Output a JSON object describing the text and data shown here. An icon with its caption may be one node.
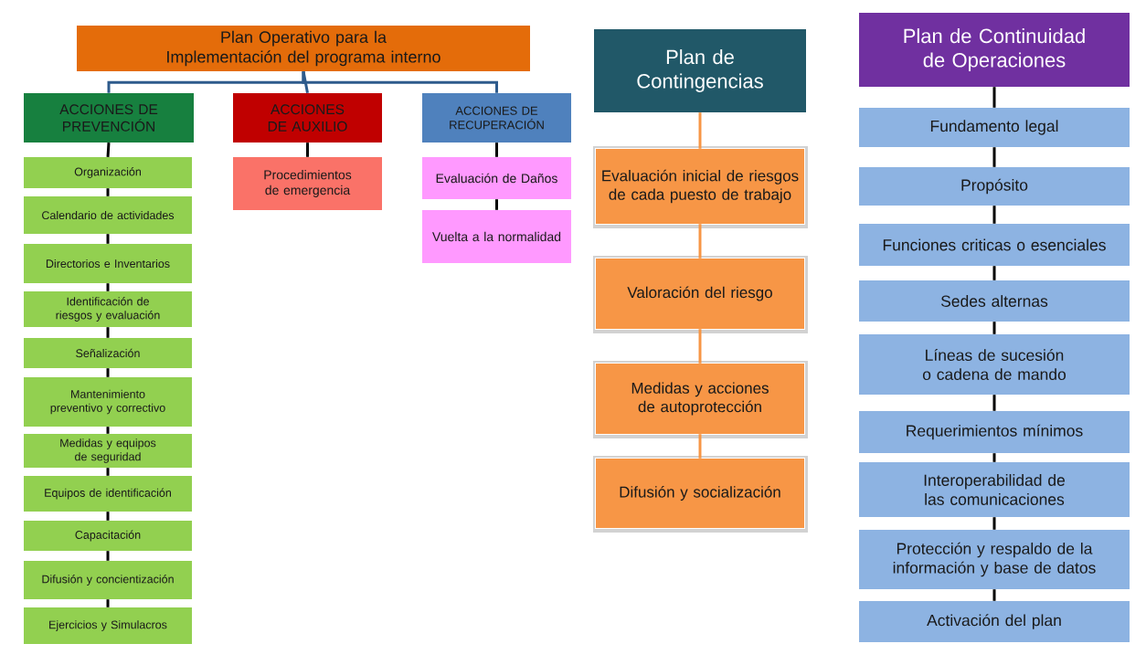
{
  "diagram": {
    "nodes": [
      {
        "text": [
          "Plan Operativo  para la Implementación del programa interno"
        ]
      },
      {
        "text": [
          "ACCIONES DE PREVENCIÓN"
        ]
      },
      {
        "text": [
          "ACCIONES DE AUXILIO"
        ]
      },
      {
        "text": [
          "ACCIONES DE RECUPERACIÓN"
        ]
      },
      {
        "text": [
          "Organización"
        ]
      },
      {
        "text": [
          "Calendario de actividades"
        ]
      },
      {
        "text": [
          "Directorios e Inventarios"
        ]
      },
      {
        "text": [
          "Identificación de riesgos y evaluación"
        ]
      },
      {
        "text": [
          "Señalización"
        ]
      },
      {
        "text": [
          "Mantenimiento preventivo y correctivo"
        ]
      },
      {
        "text": [
          "Medidas y equipos de seguridad"
        ]
      },
      {
        "text": [
          "Equipos de identificación"
        ]
      },
      {
        "text": [
          "Capacitación"
        ]
      },
      {
        "text": [
          "Difusión y concientización"
        ]
      },
      {
        "text": [
          "Ejercicios y Simulacros"
        ]
      },
      {
        "text": [
          "Procedimientos de emergencia"
        ]
      },
      {
        "text": [
          "Evaluación de Daños"
        ]
      },
      {
        "text": [
          "Vuelta a la normalidad"
        ]
      },
      {
        "text": [
          "Plan de Contingencias"
        ]
      },
      {
        "text": [
          "Evaluación inicial de riesgos de cada puesto de trabajo"
        ]
      },
      {
        "text": [
          "Valoración del riesgo"
        ]
      },
      {
        "text": [
          "Medidas y acciones de autoprotección"
        ]
      },
      {
        "text": [
          "Difusión y socialización"
        ]
      },
      {
        "text": [
          "Plan de Continuidad de Operaciones"
        ]
      },
      {
        "text": [
          "Fundamento legal"
        ]
      },
      {
        "text": [
          "Propósito"
        ]
      },
      {
        "text": [
          "Funciones criticas o esenciales"
        ]
      },
      {
        "text": [
          "Sedes alternas"
        ]
      },
      {
        "text": [
          "Líneas de sucesión o cadena de mando"
        ]
      },
      {
        "text": [
          "Requerimientos mínimos"
        ]
      },
      {
        "text": [
          "Interoperabilidad de las comunicaciones"
        ]
      },
      {
        "text": [
          "Protección y respaldo de la información y base de datos"
        ]
      },
      {
        "text": [
          "Activación del plan"
        ]
      }
    ],
    "edges": [
      {
        "from": 0,
        "to": 1,
        "arrow": "none",
        "color": "#2e5b8c"
      },
      {
        "from": 0,
        "to": 2,
        "arrow": "none",
        "color": "#2e5b8c"
      },
      {
        "from": 0,
        "to": 3,
        "arrow": "none",
        "color": "#2e5b8c"
      },
      {
        "from": 1,
        "to": 4,
        "arrow": "none"
      },
      {
        "from": 4,
        "to": 5,
        "arrow": "none"
      },
      {
        "from": 5,
        "to": 6,
        "arrow": "none"
      },
      {
        "from": 6,
        "to": 7,
        "arrow": "none"
      },
      {
        "from": 7,
        "to": 8,
        "arrow": "none"
      },
      {
        "from": 8,
        "to": 9,
        "arrow": "none"
      },
      {
        "from": 9,
        "to": 10,
        "arrow": "none"
      },
      {
        "from": 10,
        "to": 11,
        "arrow": "none"
      },
      {
        "from": 11,
        "to": 12,
        "arrow": "none"
      },
      {
        "from": 12,
        "to": 13,
        "arrow": "none"
      },
      {
        "from": 13,
        "to": 14,
        "arrow": "none"
      },
      {
        "from": 2,
        "to": 15,
        "arrow": "none"
      },
      {
        "from": 3,
        "to": 16,
        "arrow": "none"
      },
      {
        "from": 16,
        "to": 17,
        "arrow": "none"
      },
      {
        "from": 18,
        "to": 19,
        "arrow": "none",
        "color": "#f79646"
      },
      {
        "from": 19,
        "to": 20,
        "arrow": "none",
        "color": "#f79646"
      },
      {
        "from": 20,
        "to": 21,
        "arrow": "none",
        "color": "#f79646"
      },
      {
        "from": 21,
        "to": 22,
        "arrow": "none",
        "color": "#f79646"
      },
      {
        "from": 23,
        "to": 24,
        "arrow": "none"
      },
      {
        "from": 24,
        "to": 25,
        "arrow": "none"
      },
      {
        "from": 25,
        "to": 26,
        "arrow": "none"
      },
      {
        "from": 26,
        "to": 27,
        "arrow": "none"
      },
      {
        "from": 27,
        "to": 28,
        "arrow": "none"
      },
      {
        "from": 28,
        "to": 29,
        "arrow": "none"
      },
      {
        "from": 29,
        "to": 30,
        "arrow": "none"
      },
      {
        "from": 30,
        "to": 31,
        "arrow": "none"
      },
      {
        "from": 31,
        "to": 32,
        "arrow": "none"
      }
    ]
  }
}
